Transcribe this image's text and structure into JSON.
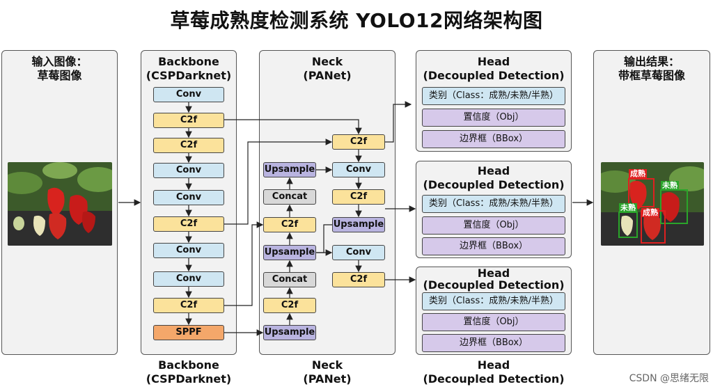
{
  "title": "草莓成熟度检测系统 YOLO12网络架构图",
  "input": {
    "title": "输入图像：\n草莓图像"
  },
  "output": {
    "title": "输出结果：\n带框草莓图像"
  },
  "backbone": {
    "title": "Backbone\n(CSPDarknet)",
    "blocks": [
      "Conv",
      "C2f",
      "C2f",
      "Conv",
      "Conv",
      "C2f",
      "Conv",
      "Conv",
      "C2f",
      "SPPF"
    ]
  },
  "neck": {
    "title": "Neck\n(PANet)",
    "left": [
      "Upsample",
      "Concat",
      "C2f",
      "Upsample",
      "Concat",
      "C2f",
      "Upsample"
    ],
    "right": [
      "C2f",
      "Conv",
      "C2f",
      "Upsample",
      "Conv",
      "C2f"
    ]
  },
  "head": {
    "title": "Head\n(Decoupled Detection)",
    "rows": [
      "类别（Class：成熟/未熟/半熟）",
      "置信度（Obj）",
      "边界框（BBox）"
    ]
  },
  "bottom": {
    "backbone": "Backbone\n(CSPDarknet)",
    "neck": "Neck\n(PANet)",
    "head": "Head\n(Decoupled Detection)"
  },
  "detections": [
    "成熟",
    "未熟",
    "未熟",
    "成熟"
  ],
  "watermark": "CSDN @思绪无限",
  "colors": {
    "conv": "#cfe6f2",
    "c2f": "#fbe29b",
    "sppf": "#f4a76a",
    "upsample": "#b9b4e0",
    "concat": "#d8d8d8",
    "head_row": "#d6c9ea",
    "ripe_box": "#e02020",
    "unripe_box": "#2aa52a"
  }
}
